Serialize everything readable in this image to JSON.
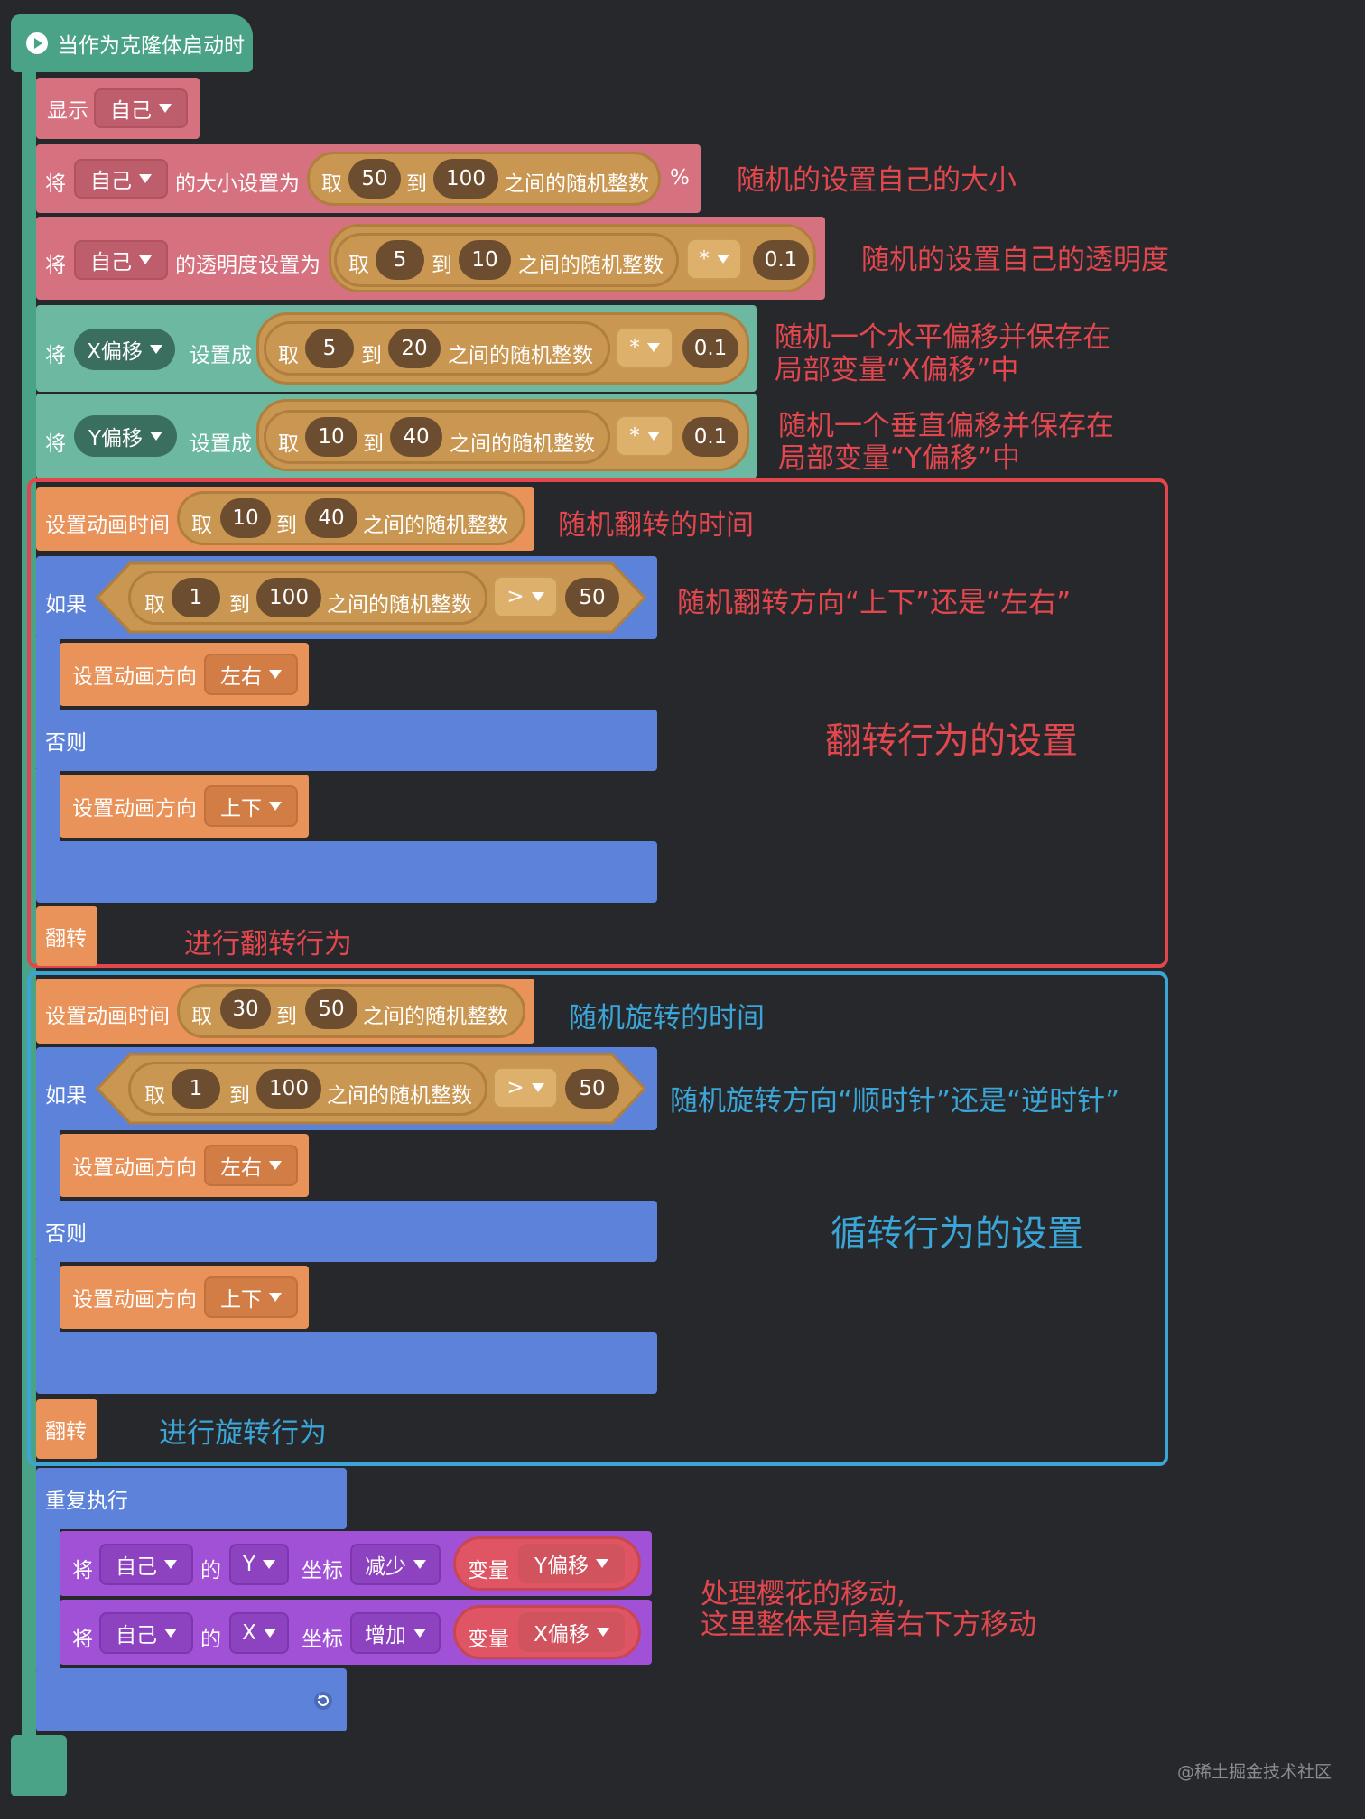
{
  "hat": {
    "label": "当作为克隆体启动时",
    "icon": "play-circle-icon"
  },
  "show": {
    "label": "显示",
    "target": "自己"
  },
  "size_block": {
    "prefix": "将",
    "target": "自己",
    "mid": "的大小设置为",
    "take": "取",
    "min": "50",
    "to": "到",
    "max": "100",
    "suffix_rand": "之间的随机整数",
    "unit": "%"
  },
  "alpha_block": {
    "prefix": "将",
    "target": "自己",
    "mid": "的透明度设置为",
    "take": "取",
    "min": "5",
    "to": "到",
    "max": "10",
    "suffix_rand": "之间的随机整数",
    "op": "*",
    "factor": "0.1"
  },
  "xoff_block": {
    "prefix": "将",
    "var": "X偏移",
    "mid": "设置成",
    "take": "取",
    "min": "5",
    "to": "到",
    "max": "20",
    "suffix_rand": "之间的随机整数",
    "op": "*",
    "factor": "0.1"
  },
  "yoff_block": {
    "prefix": "将",
    "var": "Y偏移",
    "mid": "设置成",
    "take": "取",
    "min": "10",
    "to": "到",
    "max": "40",
    "suffix_rand": "之间的随机整数",
    "op": "*",
    "factor": "0.1"
  },
  "flip": {
    "time_label": "设置动画时间",
    "take": "取",
    "min": "10",
    "to": "到",
    "max": "40",
    "suffix_rand": "之间的随机整数",
    "if_label": "如果",
    "cond_min": "1",
    "cond_max": "100",
    "cmp": ">",
    "cmp_val": "50",
    "set_dir_label": "设置动画方向",
    "dir_a": "左右",
    "else_label": "否则",
    "dir_b": "上下",
    "action_label": "翻转"
  },
  "rotate": {
    "time_label": "设置动画时间",
    "take": "取",
    "min": "30",
    "to": "到",
    "max": "50",
    "suffix_rand": "之间的随机整数",
    "if_label": "如果",
    "cond_min": "1",
    "cond_max": "100",
    "cmp": ">",
    "cmp_val": "50",
    "set_dir_label": "设置动画方向",
    "dir_a": "左右",
    "else_label": "否则",
    "dir_b": "上下",
    "action_label": "翻转"
  },
  "loop": {
    "label": "重复执行",
    "y_block": {
      "prefix": "将",
      "target": "自己",
      "of": "的",
      "axis": "Y",
      "coord": "坐标",
      "op": "减少",
      "var_label": "变量",
      "var": "Y偏移"
    },
    "x_block": {
      "prefix": "将",
      "target": "自己",
      "of": "的",
      "axis": "X",
      "coord": "坐标",
      "op": "增加",
      "var_label": "变量",
      "var": "X偏移"
    },
    "icon": "loop-arrow-icon"
  },
  "annotations": {
    "size": "随机的设置自己的大小",
    "alpha": "随机的设置自己的透明度",
    "xoff_1": "随机一个水平偏移并保存在",
    "xoff_2": "局部变量“X偏移”中",
    "yoff_1": "随机一个垂直偏移并保存在",
    "yoff_2": "局部变量“Y偏移”中",
    "flip_time": "随机翻转的时间",
    "flip_dir": "随机翻转方向“上下”还是“左右”",
    "flip_section": "翻转行为的设置",
    "flip_do": "进行翻转行为",
    "rot_time": "随机旋转的时间",
    "rot_dir": "随机旋转方向“顺时针”还是“逆时针”",
    "rot_section": "循转行为的设置",
    "rot_do": "进行旋转行为",
    "move_1": "处理樱花的移动,",
    "move_2": "这里整体是向着右下方移动"
  },
  "watermark": "@稀土掘金技术社区",
  "colors": {
    "annotation_red": "#e2474e",
    "annotation_blue": "#3aa5d6",
    "background": "#27282c"
  }
}
